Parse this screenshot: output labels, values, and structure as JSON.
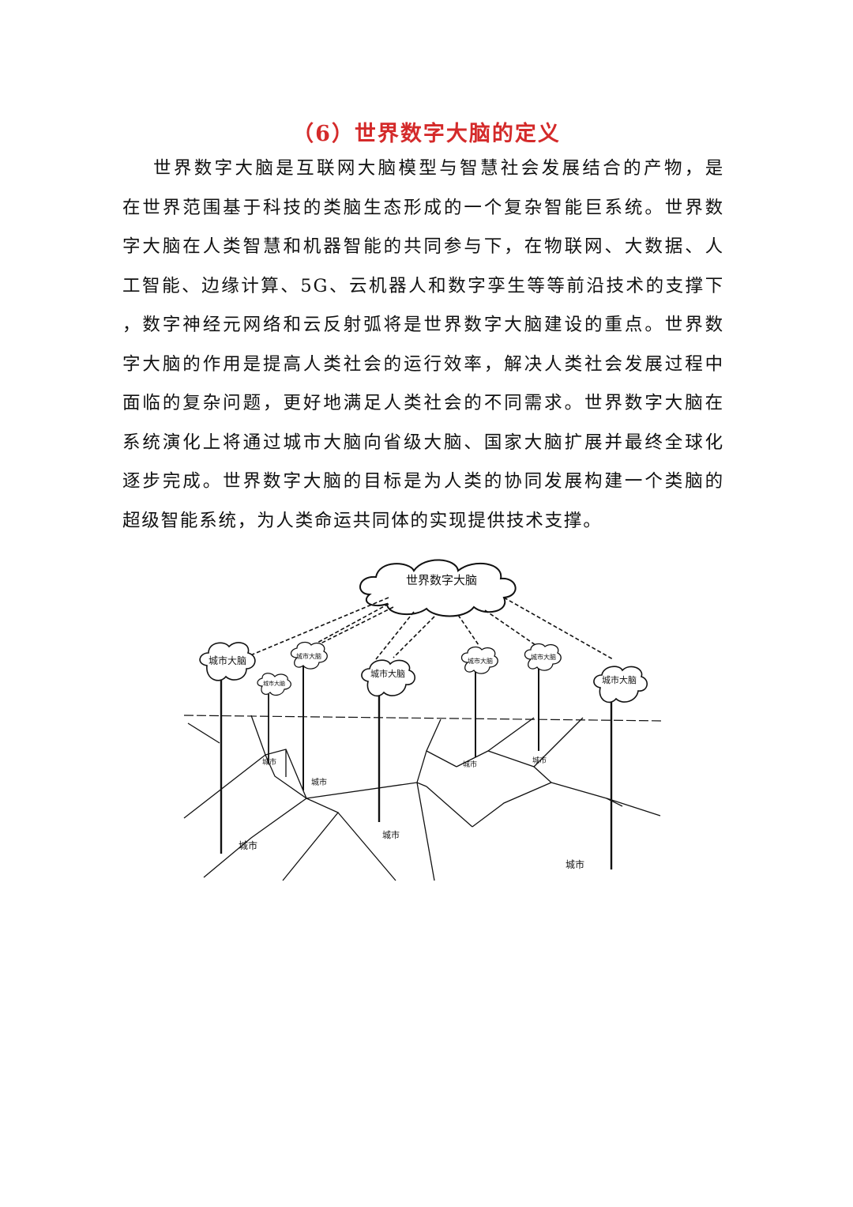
{
  "document": {
    "heading": "（6）世界数字大脑的定义",
    "paragraph_lines": [
      "世界数字大脑是互联网大脑模型与智慧社会发展结合的产物，是",
      "在世界范围基于科技的类脑生态形成的一个复杂智能巨系统。世界数",
      "字大脑在人类智慧和机器智能的共同参与下，在物联网、大数据、人",
      "工智能、边缘计算、5G、云机器人和数字孪生等等前沿技术的支撑下",
      "，数字神经元网络和云反射弧将是世界数字大脑建设的重点。世界数",
      "字大脑的作用是提高人类社会的运行效率，解决人类社会发展过程中",
      "面临的复杂问题，更好地满足人类社会的不同需求。世界数字大脑在",
      "系统演化上将通过城市大脑向省级大脑、国家大脑扩展并最终全球化",
      "逐步完成。世界数字大脑的目标是为人类的协同发展构建一个类脑的",
      "超级智能系统，为人类命运共同体的实现提供技术支撑。"
    ],
    "heading_color": "#d42a2a"
  },
  "figure": {
    "top_cloud_label": "世界数字大脑",
    "city_brain_labels": [
      "城市大脑",
      "城市大脑",
      "城市大脑",
      "城市大脑",
      "城市大脑",
      "城市大脑",
      "城市大脑"
    ],
    "city_labels": [
      "城市",
      "城市",
      "城市",
      "城市",
      "城市",
      "城市",
      "城市"
    ]
  }
}
